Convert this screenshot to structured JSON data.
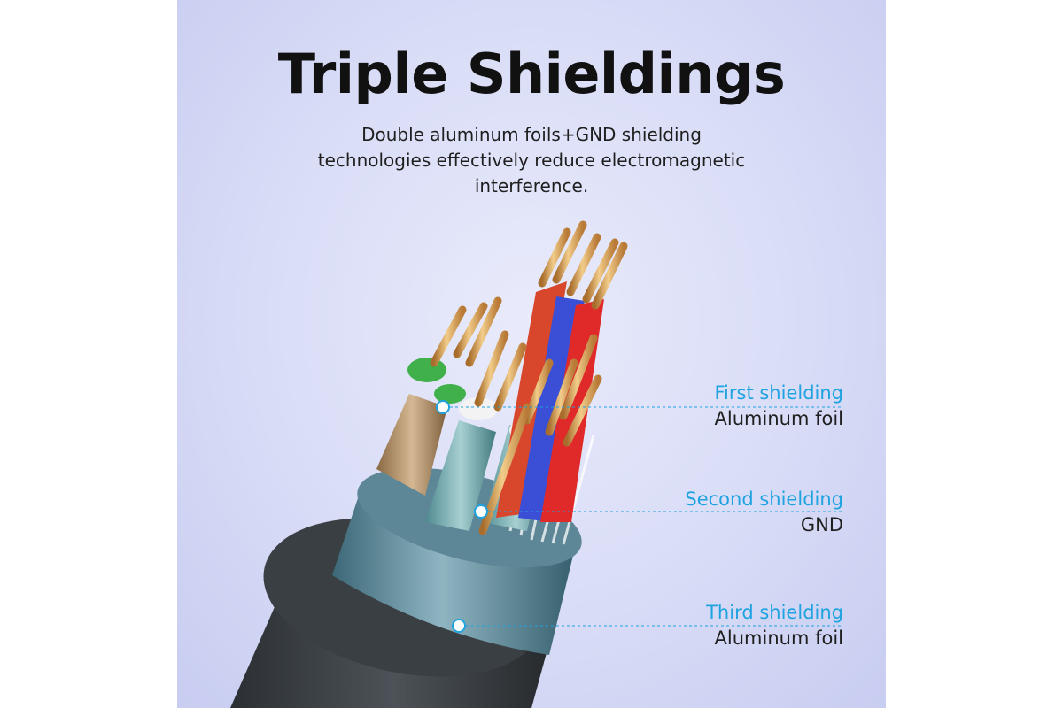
{
  "title": "Triple Shieldings",
  "subtitle_lines": [
    "Double aluminum foils+GND shielding",
    "technologies effectively reduce electromagnetic",
    "interference."
  ],
  "callouts": [
    {
      "heading": "First shielding",
      "detail": "Aluminum foil"
    },
    {
      "heading": "Second shielding",
      "detail": "GND"
    },
    {
      "heading": "Third shielding",
      "detail": "Aluminum foil"
    }
  ],
  "colors": {
    "background": "#d8dcf6",
    "accent": "#1ea3e0",
    "title": "#111111"
  }
}
